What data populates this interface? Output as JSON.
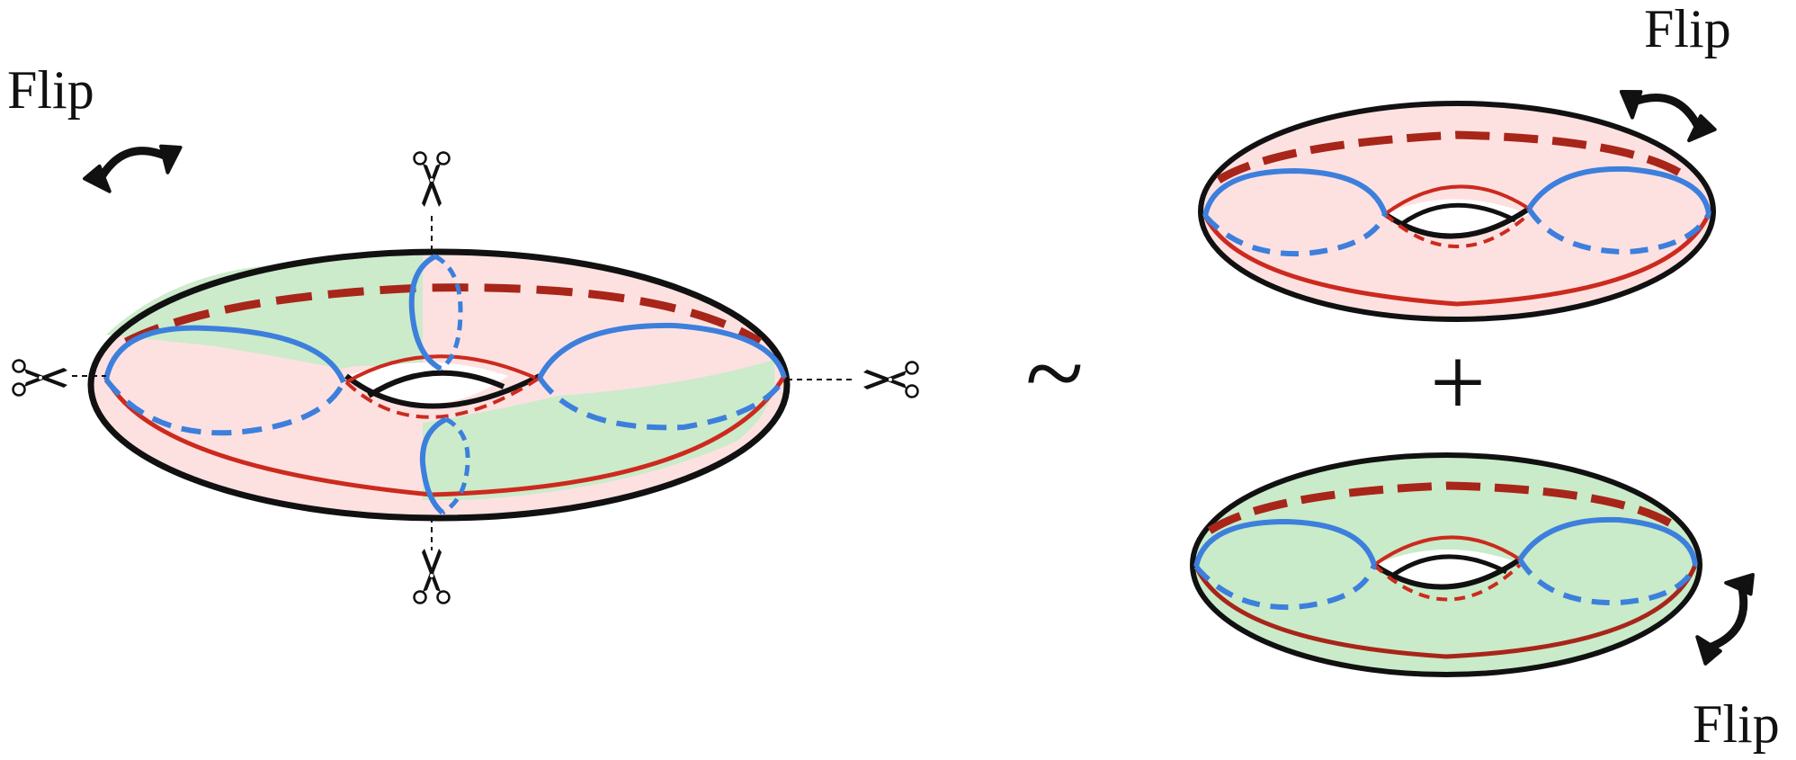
{
  "labels": {
    "flip_left": "Flip",
    "flip_top_right": "Flip",
    "flip_bottom_right": "Flip",
    "equivalence": "~",
    "plus": "+"
  },
  "colors": {
    "pink_fill": "#fde1e1",
    "green_fill": "#c9ebc9",
    "outline": "#111111",
    "red_curve": "#cc2a1e",
    "dark_red_dashed": "#a8251a",
    "blue_curve": "#3d7fdc"
  },
  "icons": [
    "scissors-icon",
    "flip-arrow-icon"
  ]
}
